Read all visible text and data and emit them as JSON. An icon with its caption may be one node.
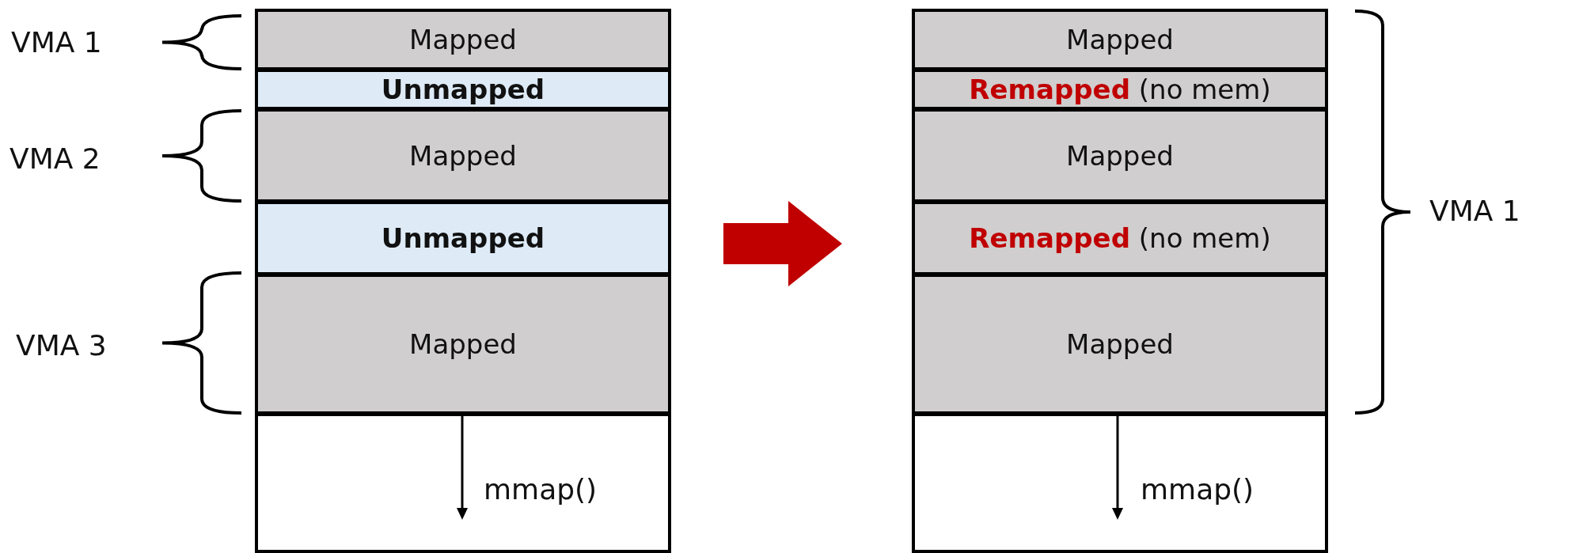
{
  "diagram": {
    "nodes": [
      {
        "text": [],
        "shape": "box"
      },
      {
        "text": [
          "Mapped"
        ],
        "in": 0
      },
      {
        "text": [
          "Unmapped"
        ],
        "in": 0
      },
      {
        "text": [
          "Mapped"
        ],
        "in": 0
      },
      {
        "text": [
          "Unmapped"
        ],
        "in": 0
      },
      {
        "text": [
          "Mapped"
        ],
        "in": 0
      },
      {
        "text": [],
        "shape": "box",
        "in": 0
      },
      {
        "text": [],
        "shape": "box"
      },
      {
        "text": [
          "Mapped"
        ],
        "in": 7
      },
      {
        "text": [
          "**Remapped** (no mem)"
        ],
        "in": 7
      },
      {
        "text": [
          "Mapped"
        ],
        "in": 7
      },
      {
        "text": [
          "**Remapped** (no mem)"
        ],
        "in": 7
      },
      {
        "text": [
          "Mapped"
        ],
        "in": 7
      },
      {
        "text": [],
        "shape": "box",
        "in": 7
      }
    ],
    "edges": [
      {
        "from": 0,
        "to": 7,
        "arrow": "to",
        "style": "thick",
        "color": "#c00000"
      }
    ],
    "labels": [
      "VMA 1",
      "VMA 2",
      "VMA 3",
      "mmap()",
      "mmap()",
      "VMA 1"
    ]
  }
}
